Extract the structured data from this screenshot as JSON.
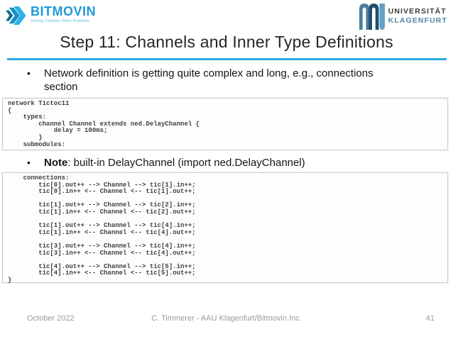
{
  "slide": {
    "title": "Step 11: Channels and Inner Type Definitions",
    "bullet_glyph": "•",
    "bullet1": "Network definition is getting quite complex and long, e.g., connections section",
    "note_label": "Note",
    "note_rest": ": built-in DelayChannel (import ned.DelayChannel)"
  },
  "logos": {
    "bitmovin": {
      "name": "BITMOVIN",
      "tagline": "Solving Complex Video Problems"
    },
    "university": {
      "line1": "UNIVERSITÄT",
      "line2": "KLAGENFURT"
    }
  },
  "code_blocks": {
    "network_definition": "network Tictoc11\n{\n    types:\n        channel Channel extends ned.DelayChannel {\n            delay = 100ms;\n        }\n    submodules:",
    "connections_section": "    connections:\n        tic[0].out++ --> Channel --> tic[1].in++;\n        tic[0].in++ <-- Channel <-- tic[1].out++;\n\n        tic[1].out++ --> Channel --> tic[2].in++;\n        tic[1].in++ <-- Channel <-- tic[2].out++;\n\n        tic[1].out++ --> Channel --> tic[4].in++;\n        tic[1].in++ <-- Channel <-- tic[4].out++;\n\n        tic[3].out++ --> Channel --> tic[4].in++;\n        tic[3].in++ <-- Channel <-- tic[4].out++;\n\n        tic[4].out++ --> Channel --> tic[5].in++;\n        tic[4].in++ <-- Channel <-- tic[5].out++;\n}"
  },
  "footer": {
    "date": "October 2022",
    "credit": "C. Timmerer - AAU Klagenfurt/Bitmovin Inc.",
    "page_number": "41"
  },
  "colors": {
    "accent_line": "#29abe2",
    "bitmovin_blue": "#1f9bd7",
    "bitmovin_teal_dark": "#0b6f94",
    "uni_text_dark": "#3d3d3c",
    "uni_blue": "#4e87a7",
    "uni_bar_steel": "#4d7f9e",
    "uni_bar_dark": "#1e506e",
    "uni_bar_light": "#62a1c3",
    "code_text": "#3f3f3f",
    "code_background": "#fbfdfe",
    "footer_gray": "#9a9a9a"
  }
}
